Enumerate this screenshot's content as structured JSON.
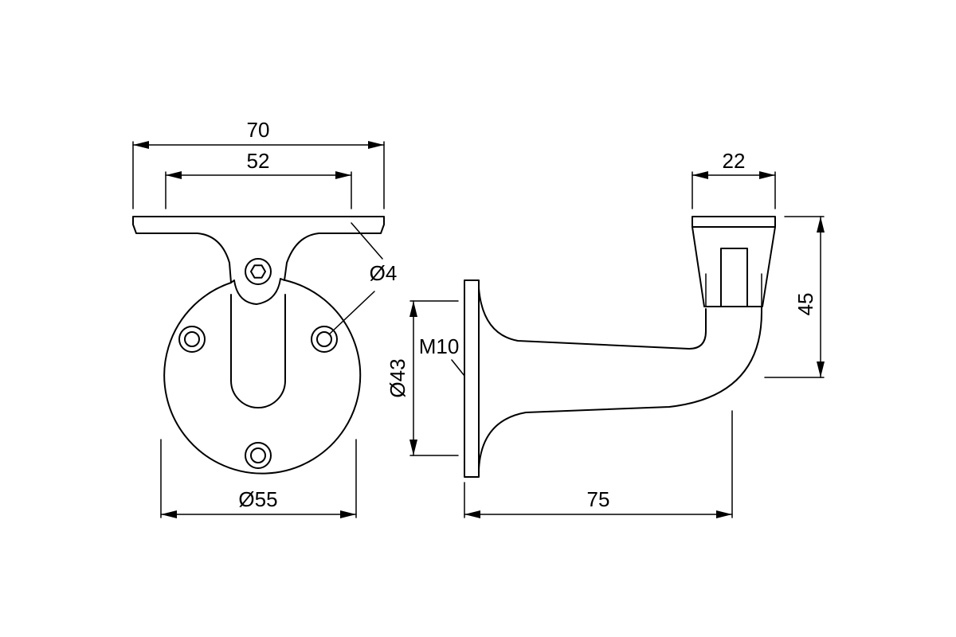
{
  "colors": {
    "line": "#000000",
    "background": "#ffffff"
  },
  "front_view": {
    "dim_overall_width": "70",
    "dim_hole_spacing": "52",
    "dim_hole_diameter": "Ø4",
    "dim_base_diameter": "Ø55"
  },
  "side_view": {
    "dim_saddle_width": "22",
    "dim_height": "45",
    "dim_thread": "M10",
    "dim_base_diameter": "Ø43",
    "dim_projection": "75"
  }
}
